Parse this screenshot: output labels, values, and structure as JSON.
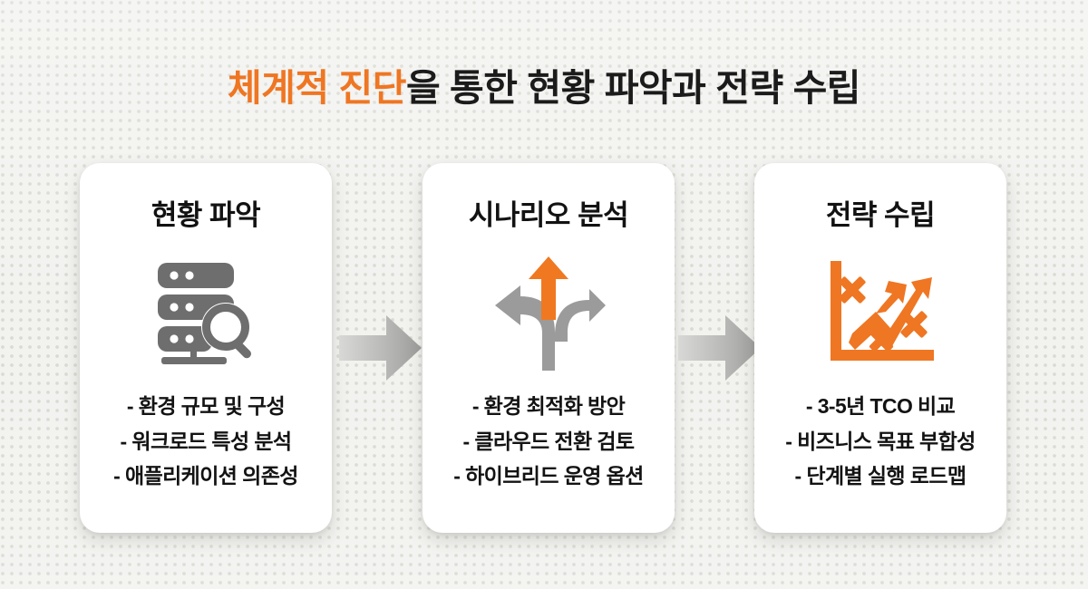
{
  "slide": {
    "title": {
      "accent_text": "체계적 진단",
      "rest_text": "을 통한 현황 파악과 전략 수립",
      "full_text": "체계적 진단을 통한 현황 파악과 전략 수립",
      "accent_color": "#ef7622",
      "rest_color": "#1b1b1b"
    },
    "background_color": "#f2f2ef",
    "card_background": "#ffffff"
  },
  "cards": [
    {
      "title": "현황 파악",
      "icon": "server-search-icon",
      "icon_color": "#6e6e6e",
      "bullets": [
        "- 환경 규모 및 구성",
        "- 워크로드 특성 분석",
        "- 애플리케이션 의존성"
      ]
    },
    {
      "title": "시나리오 분석",
      "icon": "three-way-arrow-icon",
      "icon_color": "#9b9b9b",
      "icon_accent_color": "#f07820",
      "bullets": [
        "- 환경 최적화 방안",
        "- 클라우드 전환 검토",
        "- 하이브리드 운영 옵션"
      ]
    },
    {
      "title": "전략 수립",
      "icon": "growth-chart-icon",
      "icon_color": "#ef7622",
      "bullets": [
        "- 3-5년 TCO 비교",
        "- 비즈니스 목표 부합성",
        "- 단계별 실행 로드맵"
      ]
    }
  ],
  "connectors": [
    {
      "icon": "arrow-right-icon",
      "color": "#b4b4b4"
    },
    {
      "icon": "arrow-right-icon",
      "color": "#b4b4b4"
    }
  ]
}
